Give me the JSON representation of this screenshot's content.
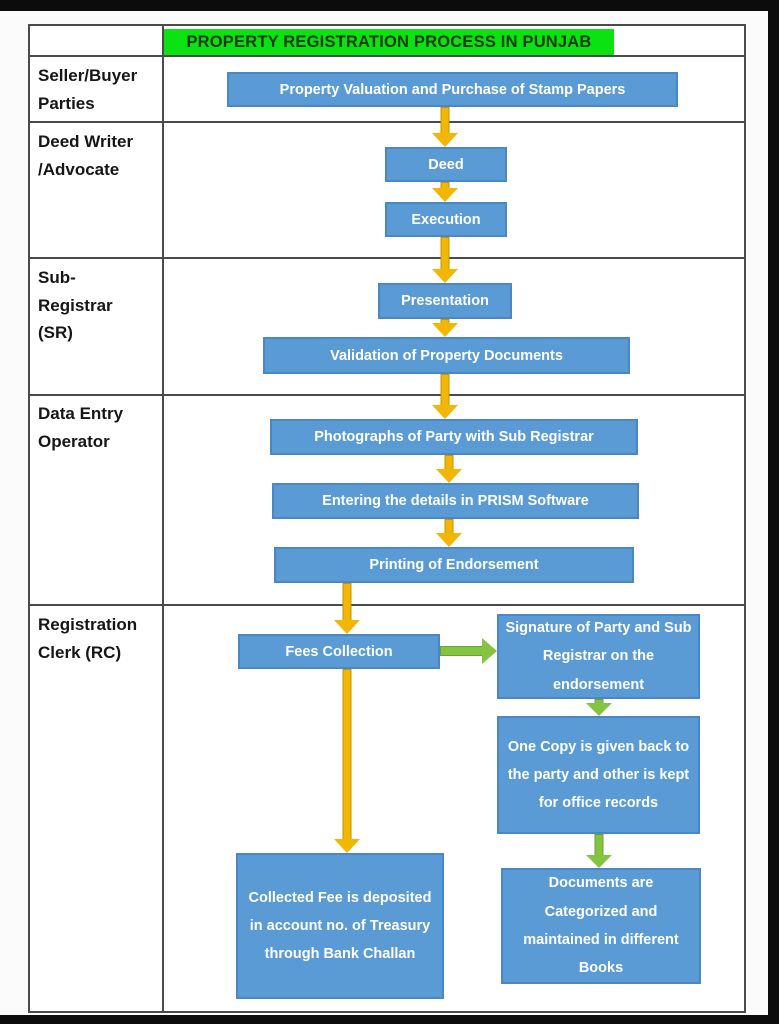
{
  "title": "PROPERTY REGISTRATION PROCESS IN PUNJAB",
  "colors": {
    "title_bg": "#0ce212",
    "title_text": "#0c3a02",
    "box_fill": "#5b9bd5",
    "box_border": "#4a87c6",
    "box_text": "#ffffff",
    "gold_arrow": "#f2b705",
    "green_arrow": "#84c441",
    "grid_line": "#4a4a4a"
  },
  "rows": [
    {
      "label": "Seller/Buyer\nParties"
    },
    {
      "label": "Deed Writer\n/Advocate"
    },
    {
      "label": "Sub-\nRegistrar\n(SR)"
    },
    {
      "label": "Data Entry\nOperator"
    },
    {
      "label": "Registration\nClerk (RC)"
    }
  ],
  "boxes": {
    "valuation": "Property Valuation and Purchase of Stamp Papers",
    "deed": "Deed",
    "execution": "Execution",
    "presentation": "Presentation",
    "validation": "Validation of Property Documents",
    "photographs": "Photographs of Party with Sub Registrar",
    "entering": "Entering the details in PRISM Software",
    "printing": "Printing of Endorsement",
    "fees": "Fees Collection",
    "signature": "Signature of Party and Sub Registrar on the endorsement",
    "one_copy": "One Copy is given back to the party and other is kept for office records",
    "collected_fee": "Collected Fee is deposited in account no. of Treasury through Bank Challan",
    "documents": "Documents are Categorized and maintained in different Books"
  }
}
